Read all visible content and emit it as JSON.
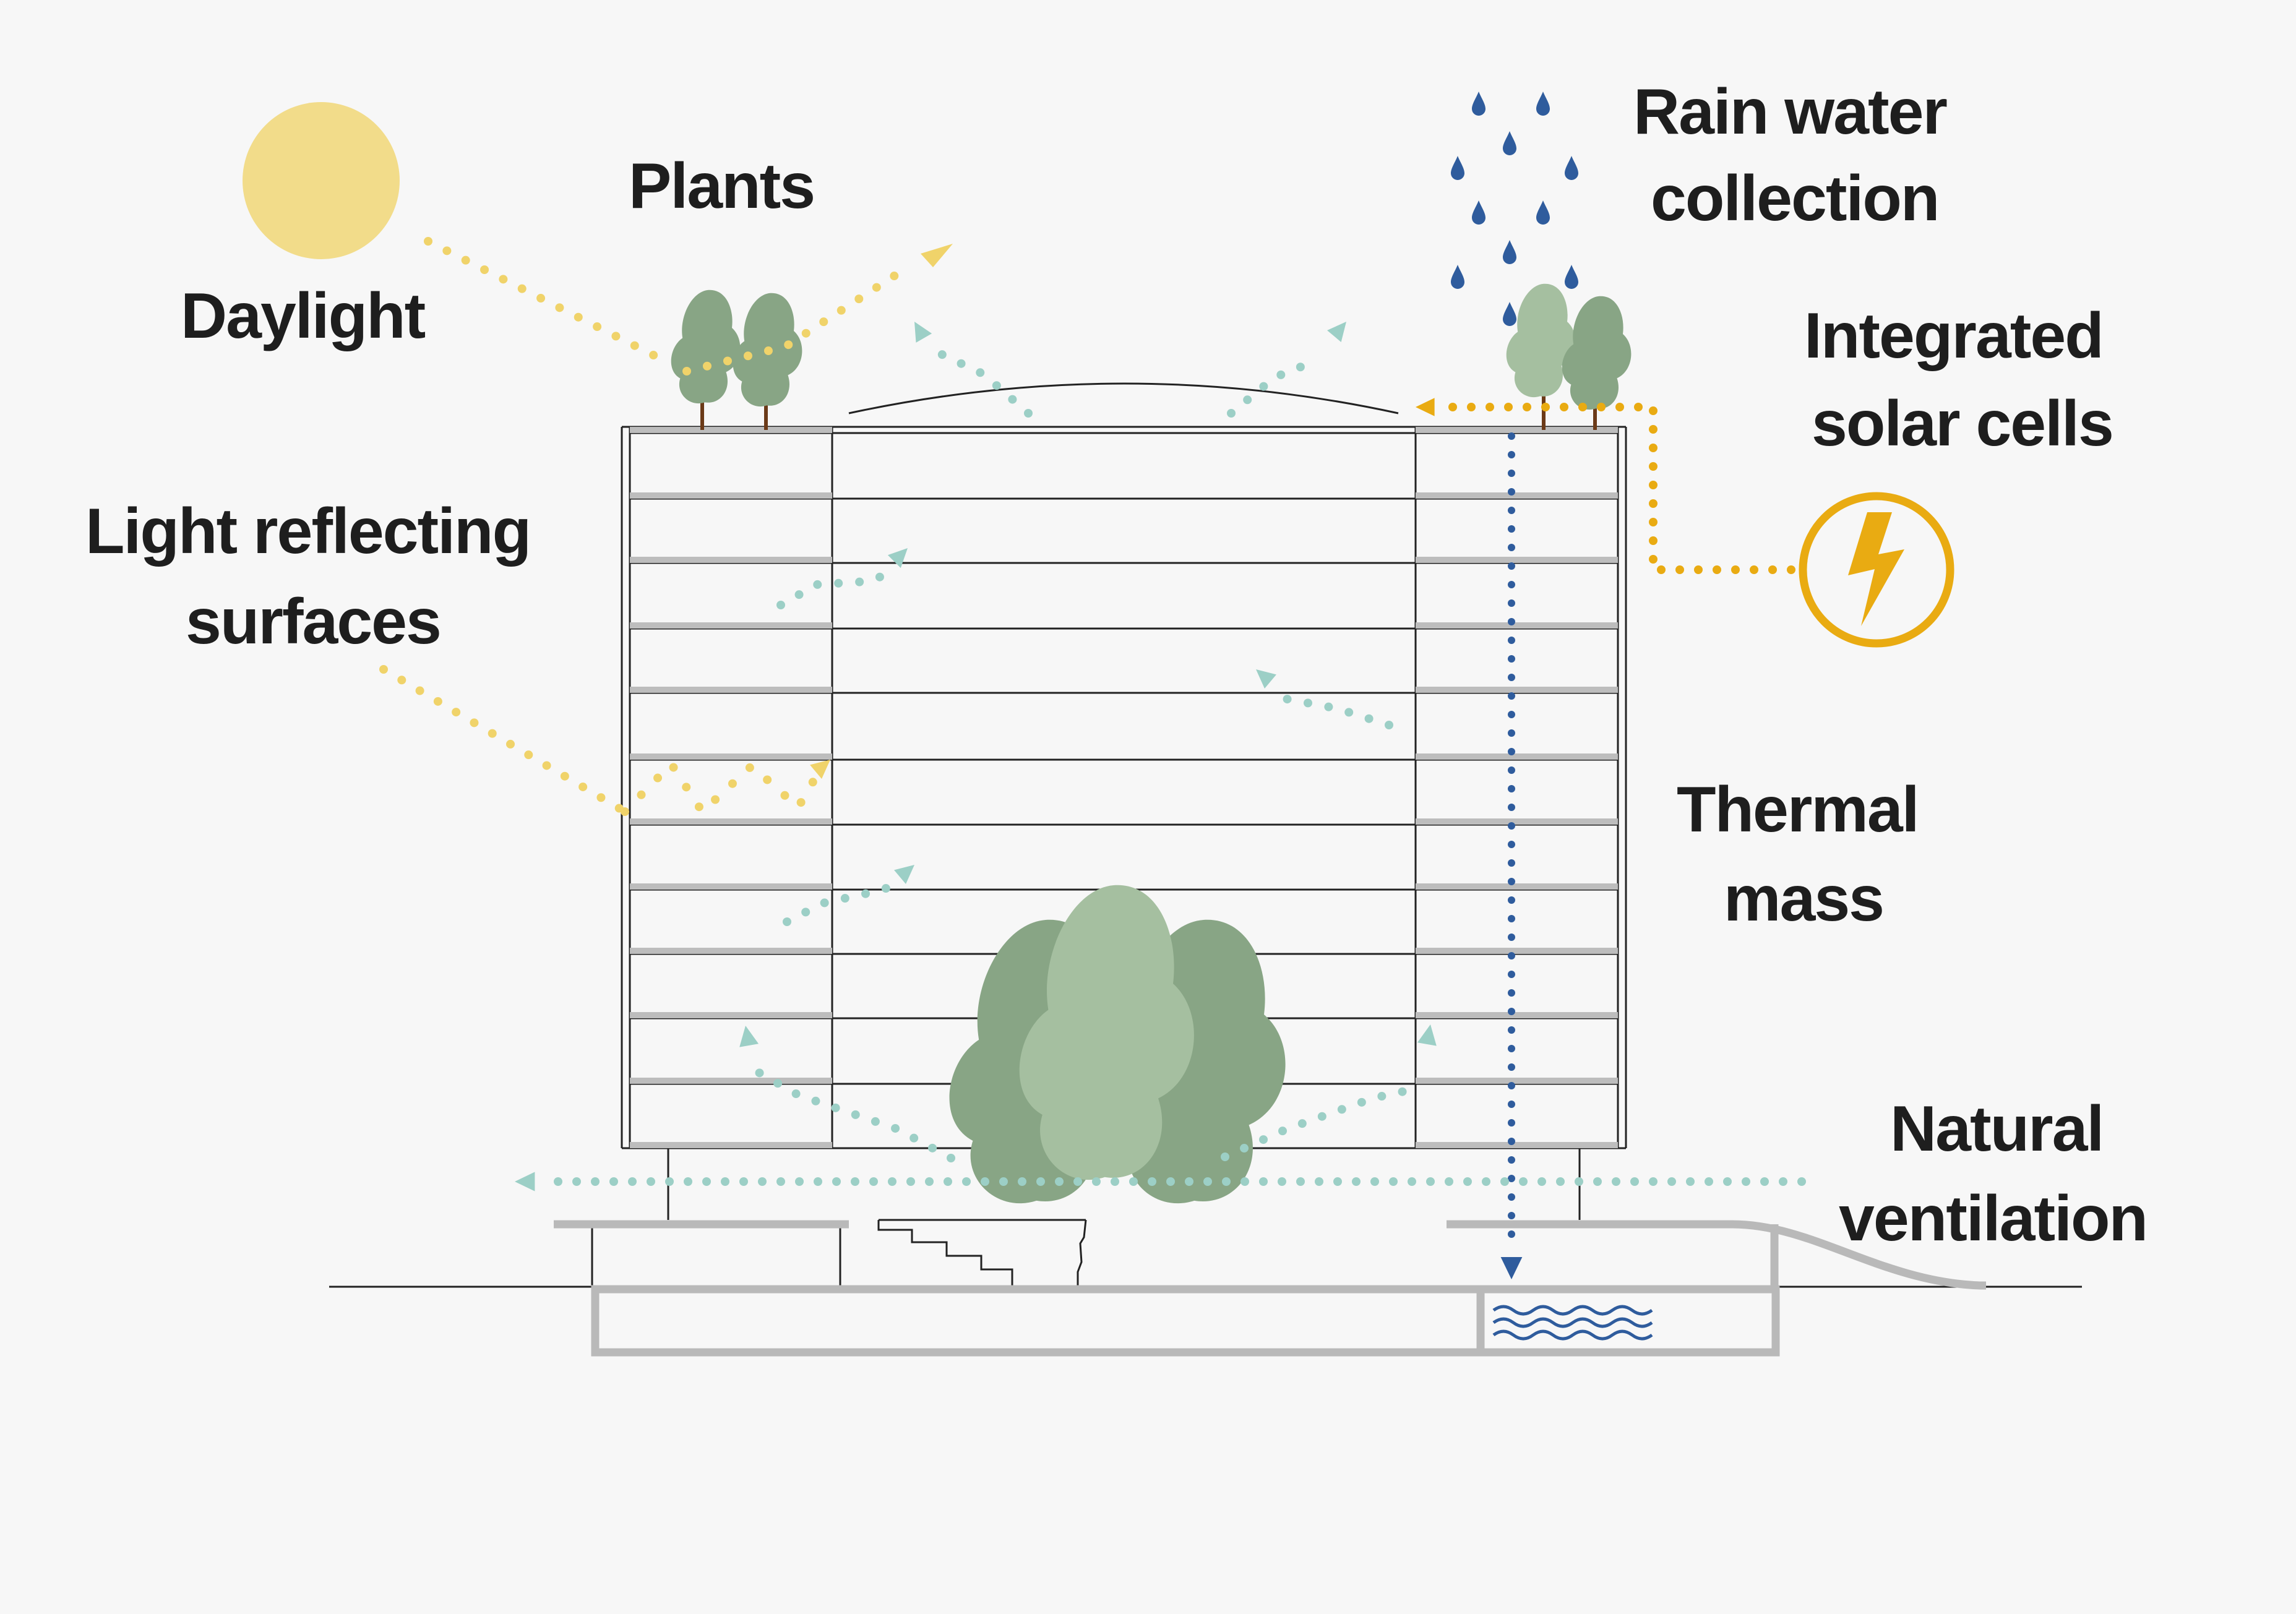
{
  "labels": {
    "daylight": "Daylight",
    "plants": "Plants",
    "light_reflecting_1": "Light reflecting",
    "light_reflecting_2": "surfaces",
    "rain_1": "Rain water",
    "rain_2": "collection",
    "solar_1": "Integrated",
    "solar_2": "solar cells",
    "thermal_1": "Thermal",
    "thermal_2": "mass",
    "ventilation_1": "Natural",
    "ventilation_2": "ventilation"
  },
  "colors": {
    "background": "#f7f7f7",
    "sun": "#f2dc8a",
    "daylight_dots": "#f0d36a",
    "solar": "#e9ab12",
    "rain": "#2f5c9d",
    "ventilation": "#9ccfc6",
    "tree_dark": "#88a585",
    "tree_light": "#a5bfa0",
    "trunk": "#6b3a18",
    "slab": "#bdbdbd",
    "structure_line": "#222222",
    "ground": "#b9b9b9"
  },
  "icons": {
    "sun": "sun-icon",
    "bolt": "lightning-bolt-icon",
    "rain": "raindrop-icon",
    "water": "water-waves-icon",
    "tree": "tree-icon"
  }
}
